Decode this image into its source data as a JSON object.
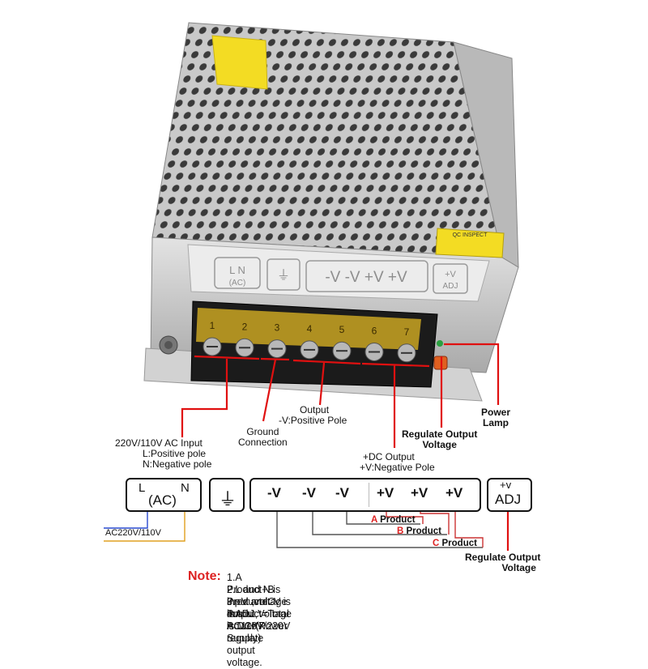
{
  "photo": {
    "terminal_numbers": [
      "1",
      "2",
      "3",
      "4",
      "5",
      "6",
      "7"
    ],
    "label_symbols": [
      "L N",
      "(AC)",
      "-V -V +V +V",
      "+V",
      "ADJ"
    ],
    "qc_sticker": "QC INSPECT"
  },
  "callouts": {
    "ac_input_line1": "220V/110V AC Input",
    "ac_input_line2": "L:Positive pole",
    "ac_input_line3": "N:Negative pole",
    "ground_line1": "Ground",
    "ground_line2": "Connection",
    "output_line1": "Output",
    "output_line2": "-V:Positive Pole",
    "dc_output_line1": "+DC Output",
    "dc_output_line2": "+V:Negative Pole",
    "regulate_line1": "Regulate Output",
    "regulate_line2": "Voltage",
    "power_lamp_line1": "Power",
    "power_lamp_line2": "Lamp"
  },
  "schematic": {
    "ac_l": "L",
    "ac_n": "N",
    "ac_label": "(AC)",
    "neg_terminals": [
      "-V",
      "-V",
      "-V"
    ],
    "pos_terminals": [
      "+V",
      "+V",
      "+V"
    ],
    "adj_top": "+v",
    "adj_label": "ADJ",
    "ac_wire_label": "AC220V/110V",
    "product_a": "Product",
    "product_b": "Product",
    "product_c": "Product",
    "letter_a": "A",
    "letter_b": "B",
    "letter_c": "C",
    "regulate_line1": "Regulate Output",
    "regulate_line2": "Voltage"
  },
  "notes": {
    "heading": "Note:",
    "lines": [
      "1.A Product+B Product+C Product=Total Power(Power Supply)",
      "2.L and N is input ,voltage is AC110V/220V",
      "3.+V and  -V is output,Voltage is DCXX.",
      "4.ADJ is regulate output voltage."
    ]
  },
  "colors": {
    "red_lead": "#e01010",
    "ac_blue": "#2a4bd0",
    "ac_yellow": "#e0a020",
    "note_red": "#d22222"
  }
}
